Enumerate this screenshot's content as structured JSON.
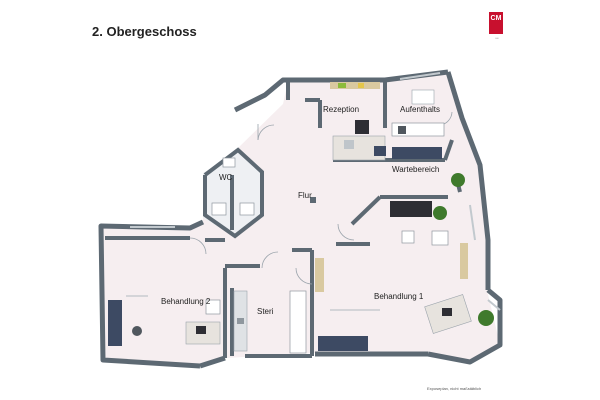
{
  "title": "2. Obergeschoss",
  "logo": {
    "text": "CM",
    "brand_color": "#c8102e"
  },
  "footnote": "Exposeplan, nicht maßstäblich",
  "rooms": [
    {
      "id": "rezeption",
      "label": "Rezeption"
    },
    {
      "id": "aufenthalts",
      "label": "Aufenthalts"
    },
    {
      "id": "wc",
      "label": "WC"
    },
    {
      "id": "wartebereich",
      "label": "Wartebereich"
    },
    {
      "id": "flur",
      "label": "Flur"
    },
    {
      "id": "behandlung2",
      "label": "Behandlung 2"
    },
    {
      "id": "steri",
      "label": "Steri"
    },
    {
      "id": "behandlung1",
      "label": "Behandlung 1"
    }
  ],
  "colors": {
    "wall": "#5d6973",
    "floor": "#f6eef0",
    "furniture_dark": "#3d4a63",
    "plant": "#3f7a2c"
  }
}
